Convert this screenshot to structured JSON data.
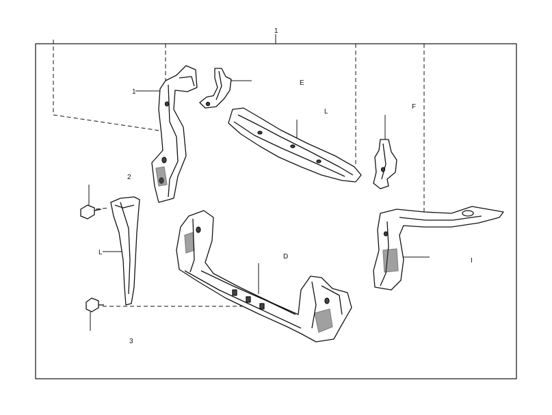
{
  "diagram": {
    "callouts": [
      {
        "id": "c1",
        "text": "1"
      },
      {
        "id": "c2",
        "text": "1"
      },
      {
        "id": "c3",
        "text": "E"
      },
      {
        "id": "c4",
        "text": "L"
      },
      {
        "id": "c5",
        "text": "F"
      },
      {
        "id": "c6",
        "text": "2"
      },
      {
        "id": "c7",
        "text": "L"
      },
      {
        "id": "c8",
        "text": "D"
      },
      {
        "id": "c9",
        "text": "I"
      },
      {
        "id": "c10",
        "text": "3"
      }
    ],
    "colors": {
      "line": "#111111",
      "fill": "#ffffff",
      "shade": "#444444"
    }
  }
}
